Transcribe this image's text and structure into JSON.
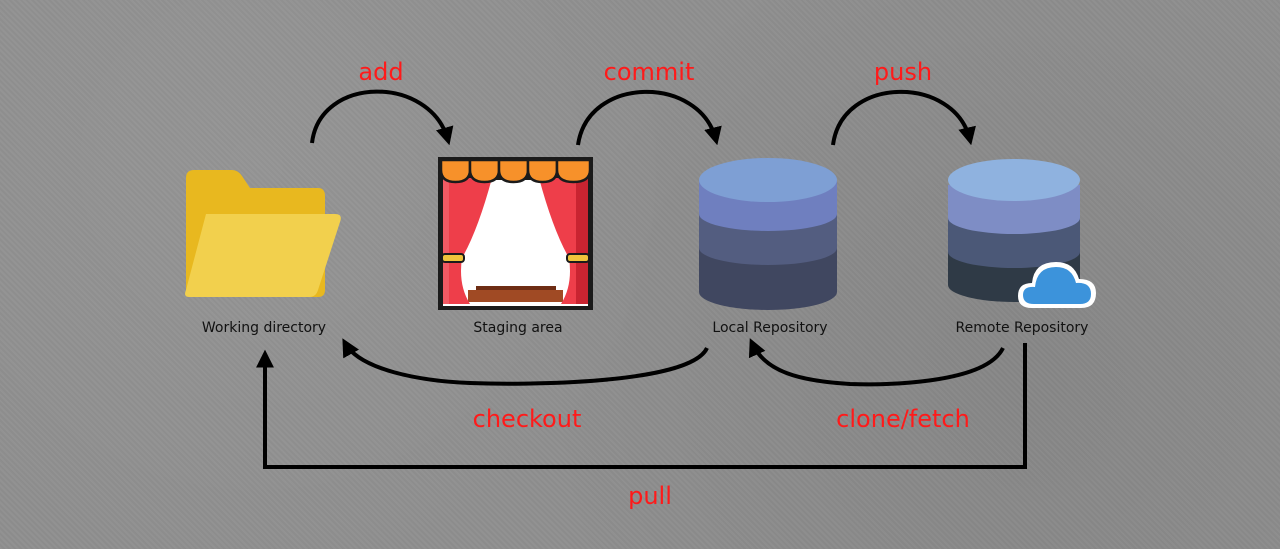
{
  "nodes": {
    "working_directory": "Working  directory",
    "staging_area": "Staging  area",
    "local_repository": "Local Repository",
    "remote_repository": "Remote Repository"
  },
  "operations": {
    "add": "add",
    "commit": "commit",
    "push": "push",
    "checkout": "checkout",
    "clone_fetch": "clone/fetch",
    "pull": "pull"
  },
  "icons": {
    "working_directory": "folder-icon",
    "staging_area": "stage-curtain-icon",
    "local_repository": "database-icon",
    "remote_repository": "cloud-database-icon"
  },
  "colors": {
    "operation_text": "#ff1a1a",
    "arrow": "#000000",
    "background": "#8f8f8f"
  }
}
